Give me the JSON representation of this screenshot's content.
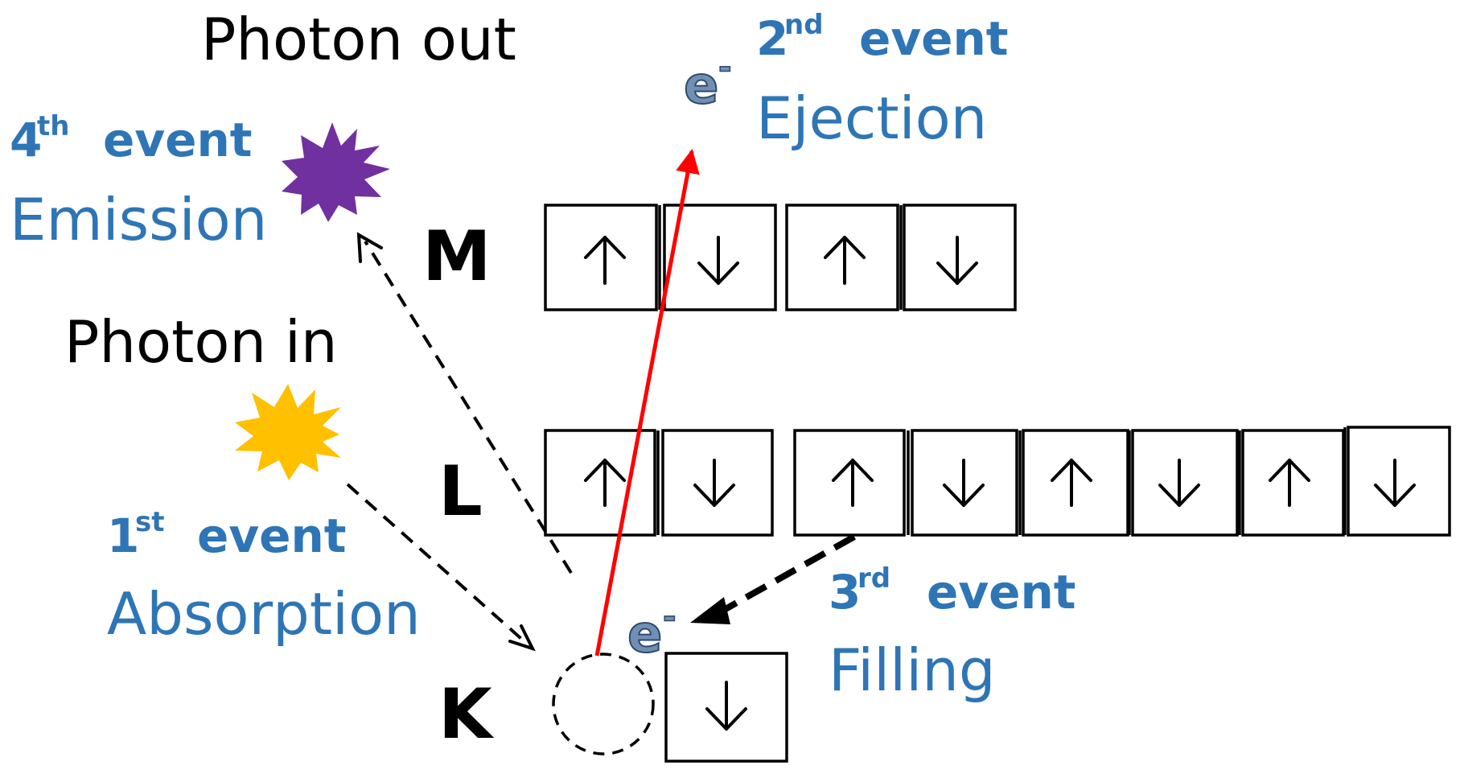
{
  "labels": {
    "photon_out": "Photon out",
    "photon_in": "Photon in"
  },
  "shells": {
    "m": "M",
    "l": "L",
    "k": "K"
  },
  "events": {
    "first": {
      "num": "1",
      "sup": "st",
      "word": "event",
      "name": "Absorption"
    },
    "second": {
      "num": "2",
      "sup": "nd",
      "word": "event",
      "name": "Ejection"
    },
    "third": {
      "num": "3",
      "sup": "rd",
      "word": "event",
      "name": "Filling"
    },
    "fourth": {
      "num": "4",
      "sup": "th",
      "word": "event",
      "name": "Emission"
    }
  },
  "electron": {
    "symbol": "e",
    "charge": "-"
  },
  "orbitals": {
    "m_spins": [
      "↑",
      "↓",
      "↑",
      "↓"
    ],
    "l_spins": [
      "↑",
      "↓",
      "↑",
      "↓",
      "↑",
      "↓",
      "↑",
      "↓"
    ],
    "k_spins": [
      "↓"
    ],
    "k_vacancy": "empty"
  },
  "colors": {
    "event_text": "#2E75B6",
    "ejection_arrow": "#FF0000",
    "photon_in_star": "#FFC000",
    "photon_out_star": "#7030A0",
    "electron": "#6F8FB4"
  },
  "icons": {
    "photon_in": "yellow-star-burst-icon",
    "photon_out": "purple-star-burst-icon"
  }
}
